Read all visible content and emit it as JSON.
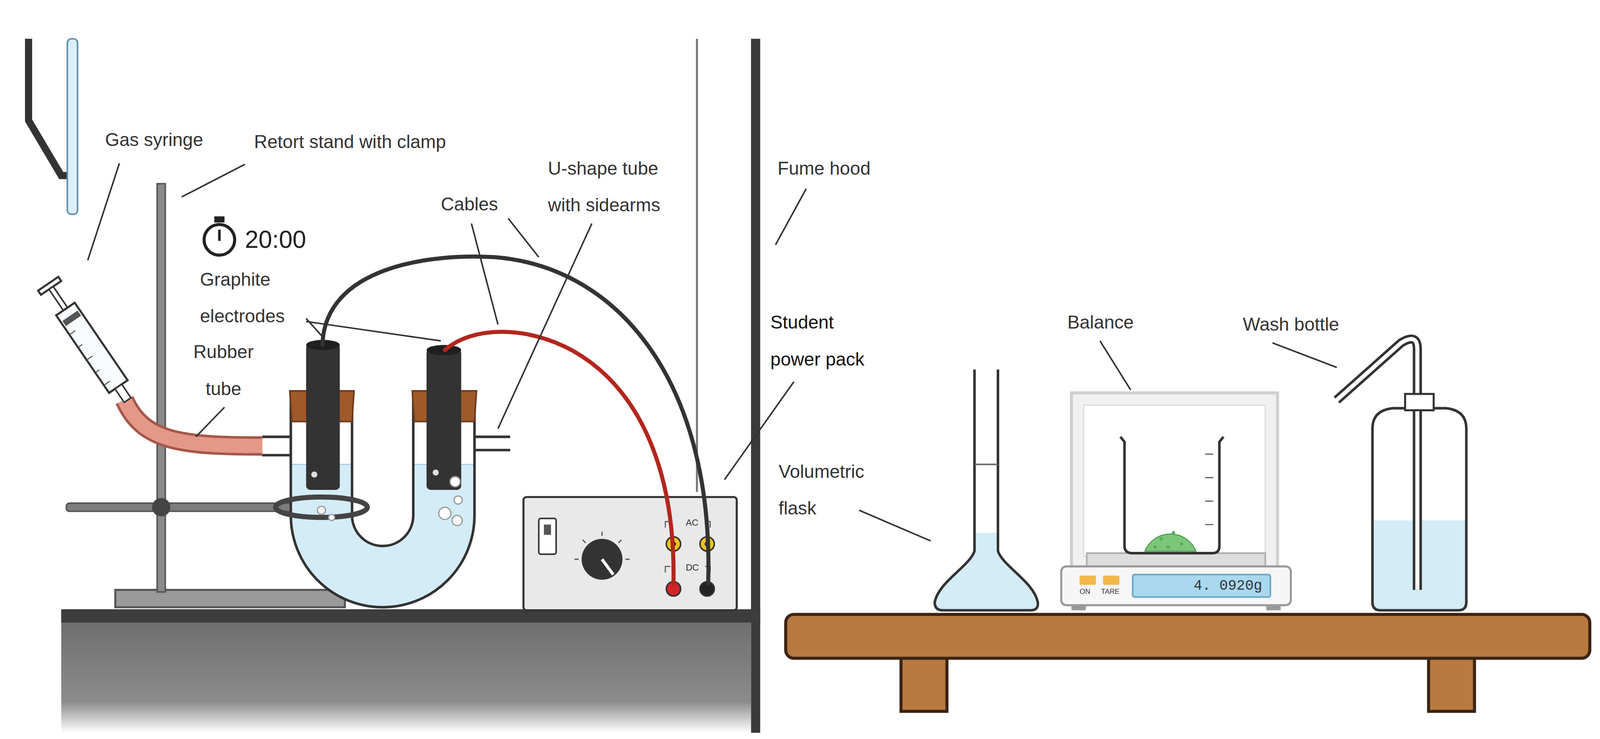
{
  "diagram": {
    "nodes": [
      {
        "text": [
          "AC",
          "DC"
        ]
      },
      {
        "text": [
          "4. 0920g"
        ]
      }
    ],
    "labels": [
      "Gas syringe",
      "Retort stand with clamp",
      "20:00",
      "Graphite electrodes",
      "Rubber tube",
      "Cables",
      "U-shape tube with sidearms",
      "Fume hood",
      "Student power pack",
      "Volumetric flask",
      "Balance",
      "Wash bottle",
      "ON",
      "TARE"
    ]
  }
}
